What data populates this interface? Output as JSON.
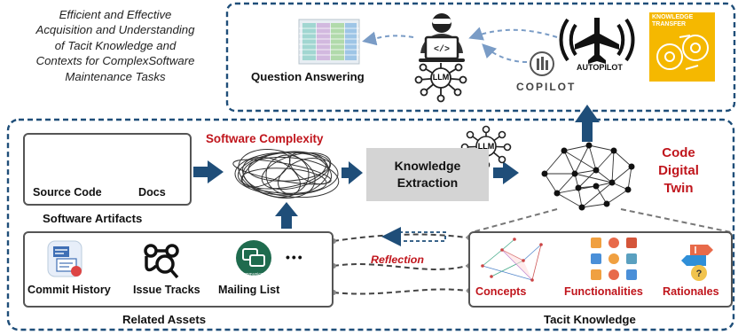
{
  "header": {
    "title_lines": [
      "Efficient and Effective",
      "Acquisition and Understanding",
      "of Tacit Knowledge and",
      "Contexts for ComplexSoftware",
      "Maintenance Tasks"
    ]
  },
  "applications": {
    "question_answering": "Question Answering",
    "llm": "LLM",
    "copilot": "COPILOT",
    "autopilot": "AUTOPILOT",
    "knowledge_transfer_line1": "KNOWLEDGE",
    "knowledge_transfer_line2": "TRANSFER"
  },
  "artifacts": {
    "source_code": "Source Code",
    "docs": "Docs",
    "title": "Software Artifacts"
  },
  "complexity": {
    "label": "Software Complexity"
  },
  "extraction": {
    "line1": "Knowledge",
    "line2": "Extraction",
    "llm": "LLM"
  },
  "twin": {
    "line1": "Code",
    "line2": "Digital",
    "line3": "Twin"
  },
  "assets": {
    "commit_history": "Commit History",
    "issue_tracks": "Issue Tracks",
    "mailing_list": "Mailing List",
    "more": "•••",
    "communication": "Communication",
    "title": "Related Assets"
  },
  "reflection": {
    "label": "Reflection"
  },
  "tacit": {
    "concepts": "Concepts",
    "functionalities": "Functionalities",
    "rationales": "Rationales",
    "title": "Tacit Knowledge"
  },
  "colors": {
    "arrow_blue": "#1f4e79",
    "dashed_blue": "#1f4e79",
    "accent_red": "#c0151c",
    "knowledge_box": "#d4d4d4",
    "transfer_yellow": "#f5b800"
  }
}
